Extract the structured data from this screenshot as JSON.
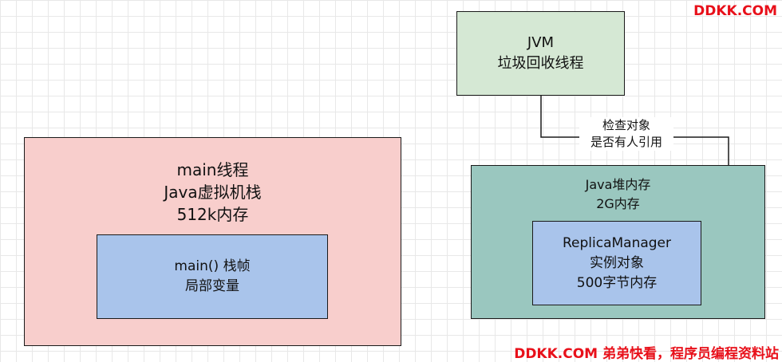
{
  "watermark": {
    "top": "DDKK.COM",
    "bottom": "DDKK.COM 弟弟快看，程序员编程资料站",
    "color": "#e8101a"
  },
  "colors": {
    "stack_fill": "#f8cecc",
    "frame_fill": "#a9c4eb",
    "gc_fill": "#d5e8d4",
    "heap_fill": "#9ac7bf",
    "object_fill": "#a9c4eb"
  },
  "main_thread": {
    "lines": [
      "main线程",
      "Java虚拟机栈",
      "512k内存"
    ],
    "frame": {
      "lines": [
        "main() 栈帧",
        "局部变量"
      ]
    }
  },
  "jvm_gc": {
    "lines": [
      "JVM",
      "垃圾回收线程"
    ]
  },
  "java_heap": {
    "lines": [
      "Java堆内存",
      "2G内存"
    ],
    "object": {
      "lines": [
        "ReplicaManager",
        "实例对象",
        "500字节内存"
      ]
    }
  },
  "edge": {
    "lines": [
      "检查对象",
      "是否有人引用"
    ]
  }
}
